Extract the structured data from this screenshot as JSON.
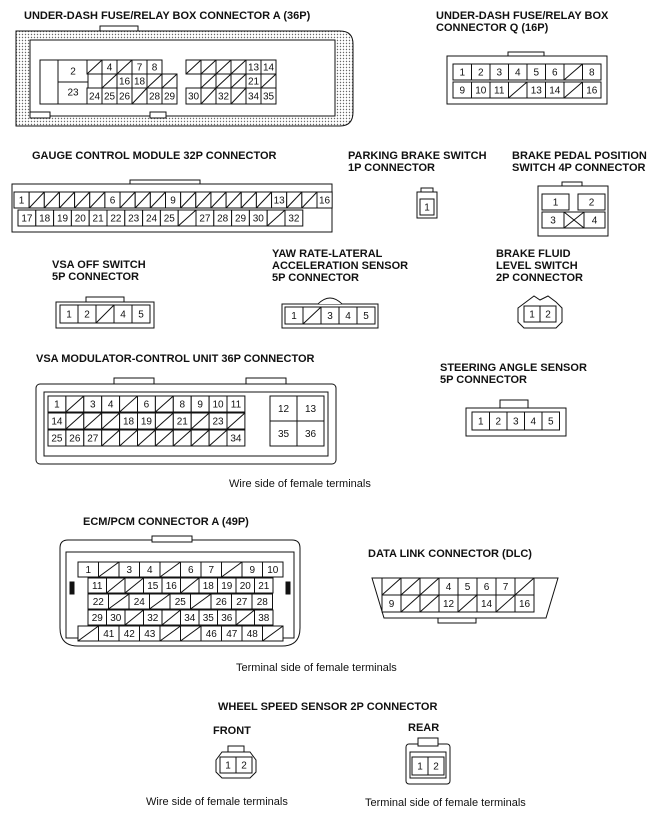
{
  "titles": {
    "under_dash_a": "UNDER-DASH FUSE/RELAY BOX CONNECTOR A (36P)",
    "under_dash_q_1": "UNDER-DASH FUSE/RELAY BOX",
    "under_dash_q_2": "CONNECTOR Q (16P)",
    "gauge": "GAUGE CONTROL MODULE 32P CONNECTOR",
    "parking_1": "PARKING BRAKE SWITCH",
    "parking_2": "1P CONNECTOR",
    "brake_pedal_1": "BRAKE PEDAL POSITION",
    "brake_pedal_2": "SWITCH 4P CONNECTOR",
    "vsa_off_1": "VSA OFF SWITCH",
    "vsa_off_2": "5P CONNECTOR",
    "yaw_1": "YAW RATE-LATERAL",
    "yaw_2": "ACCELERATION SENSOR",
    "yaw_3": "5P CONNECTOR",
    "brake_fluid_1": "BRAKE FLUID",
    "brake_fluid_2": "LEVEL SWITCH",
    "brake_fluid_3": "2P CONNECTOR",
    "vsa_mod": "VSA MODULATOR-CONTROL UNIT 36P CONNECTOR",
    "steering_1": "STEERING ANGLE SENSOR",
    "steering_2": "5P CONNECTOR",
    "ecm": "ECM/PCM CONNECTOR A (49P)",
    "dlc": "DATA LINK CONNECTOR (DLC)",
    "wheel": "WHEEL SPEED SENSOR 2P CONNECTOR",
    "front": "FRONT",
    "rear": "REAR"
  },
  "captions": {
    "wire_side_1": "Wire side of female terminals",
    "terminal_side_1": "Terminal side of female terminals",
    "wire_side_2": "Wire side of female terminals",
    "terminal_side_2": "Terminal side of female terminals"
  },
  "connectors": {
    "under_dash_a": {
      "left_block": [
        "2",
        "23"
      ],
      "mid_row1": [
        "",
        "4",
        "",
        "7",
        "8"
      ],
      "mid_row2": [
        "",
        "16",
        "18",
        "",
        ""
      ],
      "mid_row3": [
        "24",
        "25",
        "26",
        "",
        "28",
        "29"
      ],
      "right_row1": [
        "",
        "",
        "",
        "",
        "13",
        "14"
      ],
      "right_row2": [
        "",
        "",
        "",
        "21",
        ""
      ],
      "right_row3": [
        "30",
        "",
        "32",
        "",
        "34",
        "35"
      ]
    },
    "under_dash_q": {
      "row1": [
        "1",
        "2",
        "3",
        "4",
        "5",
        "6",
        "",
        "8"
      ],
      "row2": [
        "9",
        "10",
        "11",
        "",
        "13",
        "14",
        "",
        "16"
      ]
    },
    "gauge": {
      "row1": [
        "1",
        "",
        "",
        "",
        "",
        "",
        "6",
        "",
        "",
        "",
        "9",
        "",
        "",
        "",
        "",
        "",
        "",
        "13",
        "",
        "",
        "16"
      ],
      "row2": [
        "17",
        "18",
        "19",
        "20",
        "21",
        "22",
        "23",
        "24",
        "25",
        "",
        "27",
        "28",
        "29",
        "30",
        "",
        "32"
      ]
    },
    "parking": [
      "1"
    ],
    "brake_pedal": [
      "1",
      "2",
      "3",
      "",
      "4"
    ],
    "vsa_off": [
      "1",
      "2",
      "",
      "4",
      "5"
    ],
    "yaw": [
      "1",
      "",
      "3",
      "4",
      "5"
    ],
    "brake_fluid": [
      "1",
      "2"
    ],
    "vsa_mod": {
      "row1": [
        "1",
        "",
        "3",
        "4",
        "",
        "6",
        "",
        "8",
        "9",
        "10",
        "11"
      ],
      "row2": [
        "14",
        "",
        "",
        "",
        "18",
        "19",
        "",
        "21",
        "",
        "23",
        ""
      ],
      "row3": [
        "25",
        "26",
        "27",
        "",
        "",
        "",
        "",
        "",
        "",
        "",
        "34"
      ],
      "big": [
        "12",
        "13",
        "35",
        "36"
      ]
    },
    "steering": [
      "1",
      "2",
      "3",
      "4",
      "5"
    ],
    "ecm": {
      "row1": [
        "1",
        "",
        "3",
        "4",
        "",
        "6",
        "7",
        "",
        "9",
        "10"
      ],
      "row2": [
        "11",
        "",
        "",
        "15",
        "16",
        "",
        "18",
        "19",
        "20",
        "21"
      ],
      "row3": [
        "22",
        "",
        "24",
        "",
        "25",
        "",
        "26",
        "27",
        "28"
      ],
      "row4": [
        "29",
        "30",
        "",
        "32",
        "",
        "34",
        "35",
        "36",
        "",
        "38"
      ],
      "row5": [
        "",
        "41",
        "42",
        "43",
        "",
        "",
        "46",
        "47",
        "48",
        ""
      ]
    },
    "dlc": {
      "row1": [
        "",
        "",
        "",
        "4",
        "5",
        "6",
        "7",
        ""
      ],
      "row2": [
        "9",
        "",
        "",
        "12",
        "",
        "14",
        "",
        "16"
      ]
    },
    "wheel_front": [
      "1",
      "2"
    ],
    "wheel_rear": [
      "1",
      "2"
    ]
  }
}
